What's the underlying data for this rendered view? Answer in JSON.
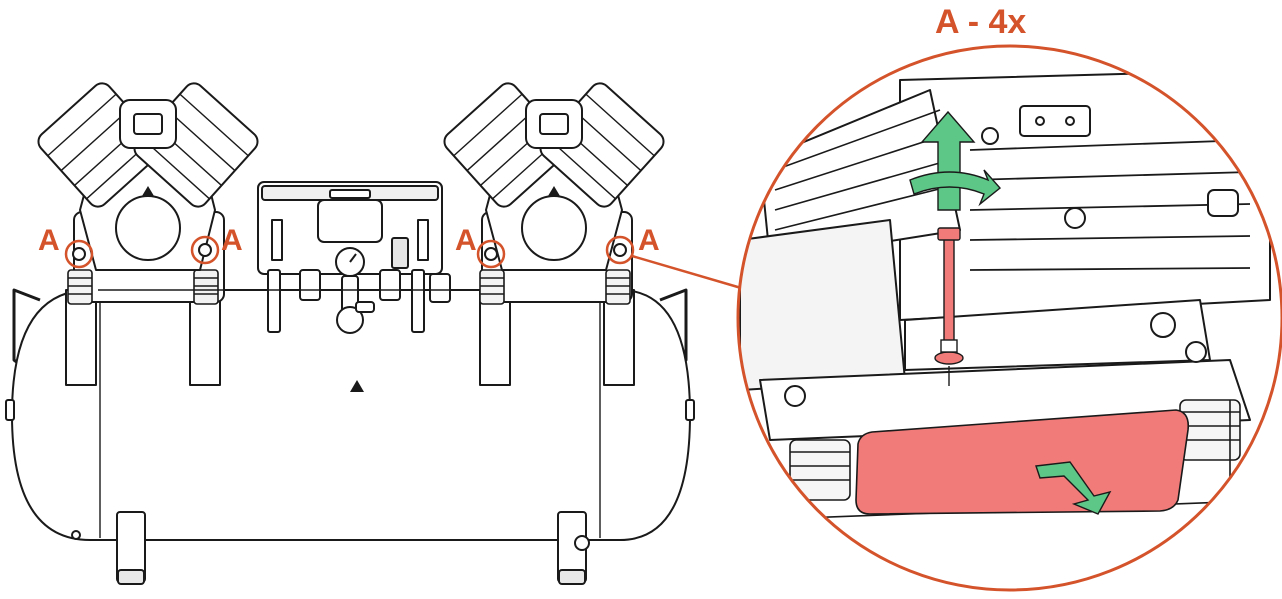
{
  "detail": {
    "title": "A - 4x"
  },
  "callouts": [
    {
      "label": "A"
    },
    {
      "label": "A"
    },
    {
      "label": "A"
    },
    {
      "label": "A"
    }
  ],
  "colors": {
    "callout": "#d4532a",
    "accent_arrow": "#5cc786",
    "highlight_part": "#f07b78",
    "line": "#1a1a1a"
  },
  "icons": [
    "warning-triangle-icon",
    "pressure-gauge-icon"
  ]
}
